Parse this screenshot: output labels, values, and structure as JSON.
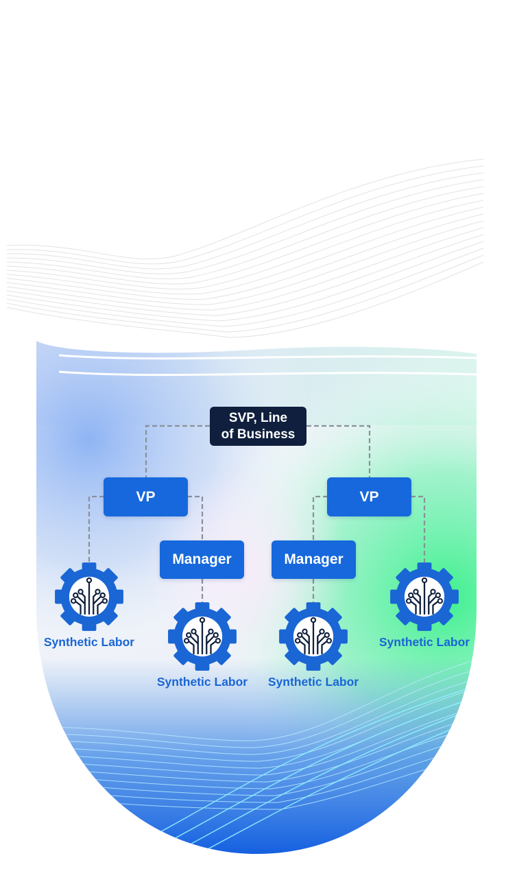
{
  "diagram": {
    "colors": {
      "executive_box": "#0f1f3d",
      "box": "#1668dc",
      "gear": "#1a66d4",
      "label": "#1a66d4",
      "connector": "#8a9099"
    },
    "root": {
      "label": "SVP, Line\nof Business"
    },
    "vps": [
      {
        "label": "VP"
      },
      {
        "label": "VP"
      }
    ],
    "managers": [
      {
        "label": "Manager"
      },
      {
        "label": "Manager"
      }
    ],
    "synthetic_labor": [
      {
        "label": "Synthetic Labor",
        "icon": "gear-circuit-icon"
      },
      {
        "label": "Synthetic Labor",
        "icon": "gear-circuit-icon"
      },
      {
        "label": "Synthetic Labor",
        "icon": "gear-circuit-icon"
      },
      {
        "label": "Synthetic Labor",
        "icon": "gear-circuit-icon"
      }
    ]
  }
}
